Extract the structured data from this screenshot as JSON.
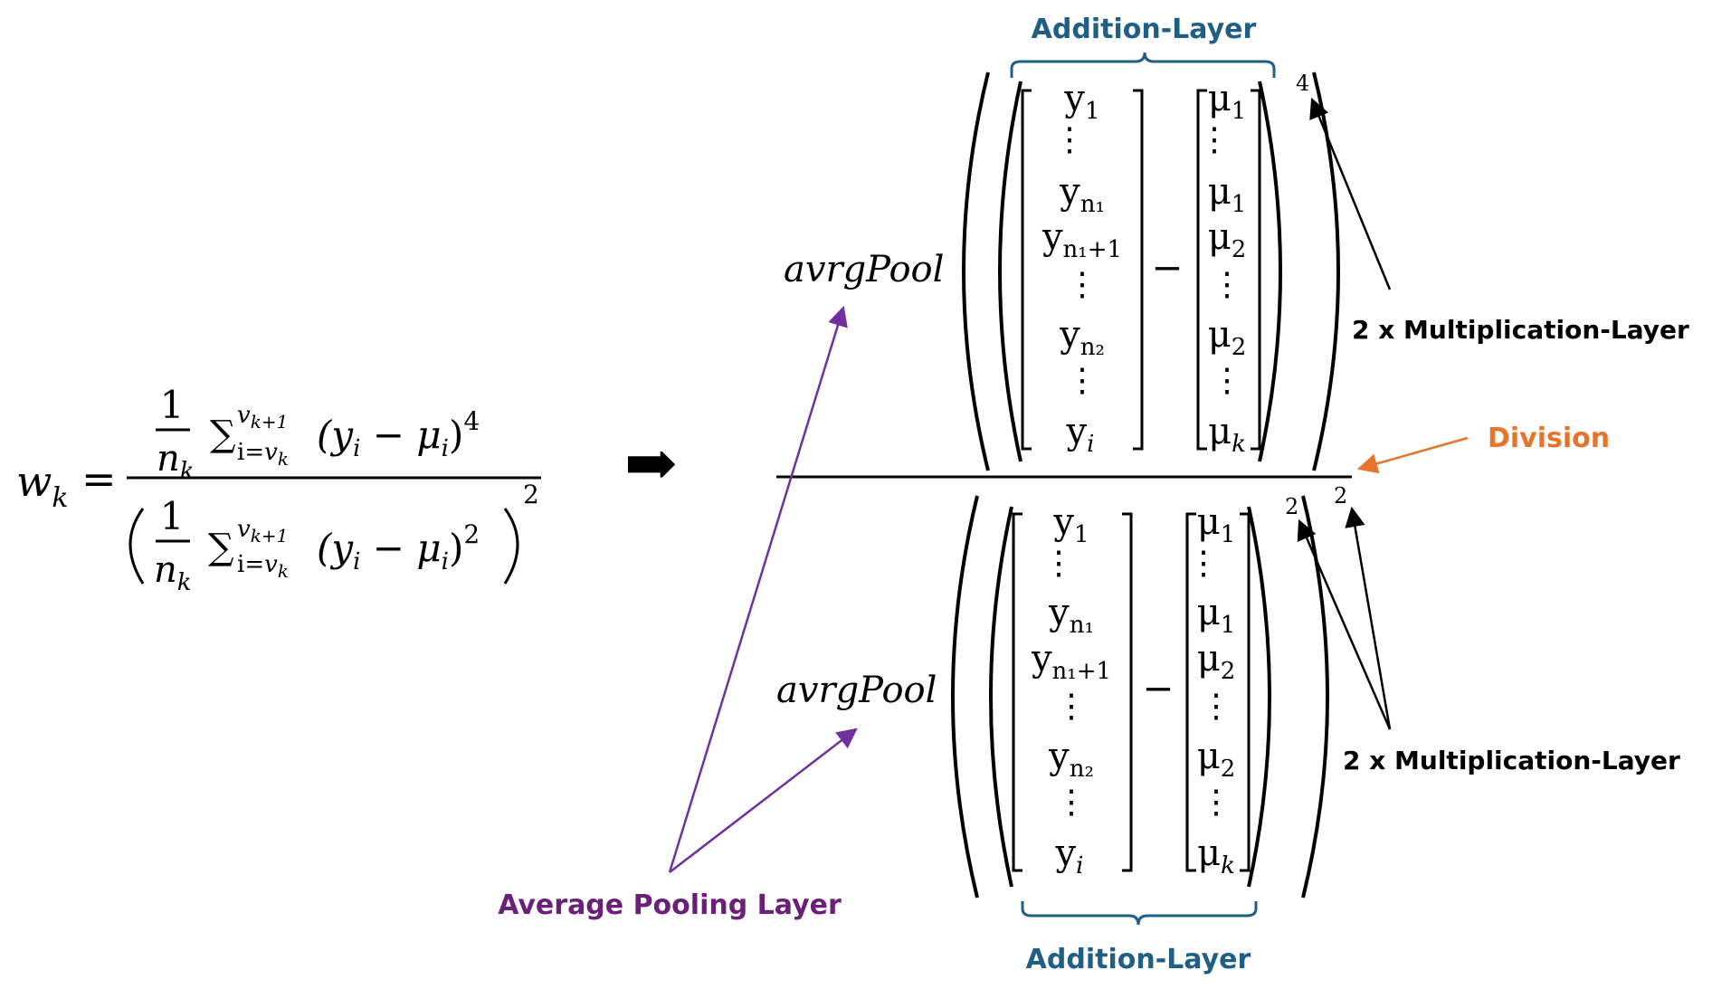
{
  "formula": {
    "lhs": "w",
    "lhs_sub": "k",
    "equals": "=",
    "one": "1",
    "n": "n",
    "n_sub": "k",
    "sigma": "∑",
    "upper": "v",
    "upper_sub": "k+1",
    "lower_i": "i=",
    "lower_v": "v",
    "lower_sub": "k",
    "term": "(y",
    "term_sub": "i",
    "minus_mu": " − μ",
    "mu_sub": "i",
    "close": ")",
    "exp4": "4",
    "exp2": "2",
    "outer_exp": "2"
  },
  "arrow_symbol": "➡",
  "avg_pool_label": "avrgPool",
  "minus": "−",
  "vector_y": [
    "y",
    "⋮",
    "y",
    "y",
    "⋮",
    "y",
    "⋮",
    "y"
  ],
  "vector_y_subs": [
    "1",
    "",
    "n₁",
    "n₁+1",
    "",
    "n₂",
    "",
    "i"
  ],
  "vector_mu": [
    "μ",
    "⋮",
    "μ",
    "μ",
    "⋮",
    "μ",
    "⋮",
    "μ"
  ],
  "vector_mu_subs": [
    "1",
    "",
    "1",
    "2",
    "",
    "2",
    "",
    "k"
  ],
  "numerator_exponent": "4",
  "denominator_inner_exponent": "2",
  "denominator_outer_exponent": "2",
  "labels": {
    "addition_top": "Addition-Layer",
    "addition_bottom": "Addition-Layer",
    "multiplication_top": "2 x Multiplication-Layer",
    "multiplication_bottom": "2 x Multiplication-Layer",
    "division": "Division",
    "average_pooling": "Average Pooling Layer"
  },
  "colors": {
    "addition": "#1f5f86",
    "division": "#e8742b",
    "average_pooling": "#6b1f78",
    "average_pooling_arrow": "#7030a0",
    "division_arrow": "#e8742b",
    "ink": "#000000"
  }
}
